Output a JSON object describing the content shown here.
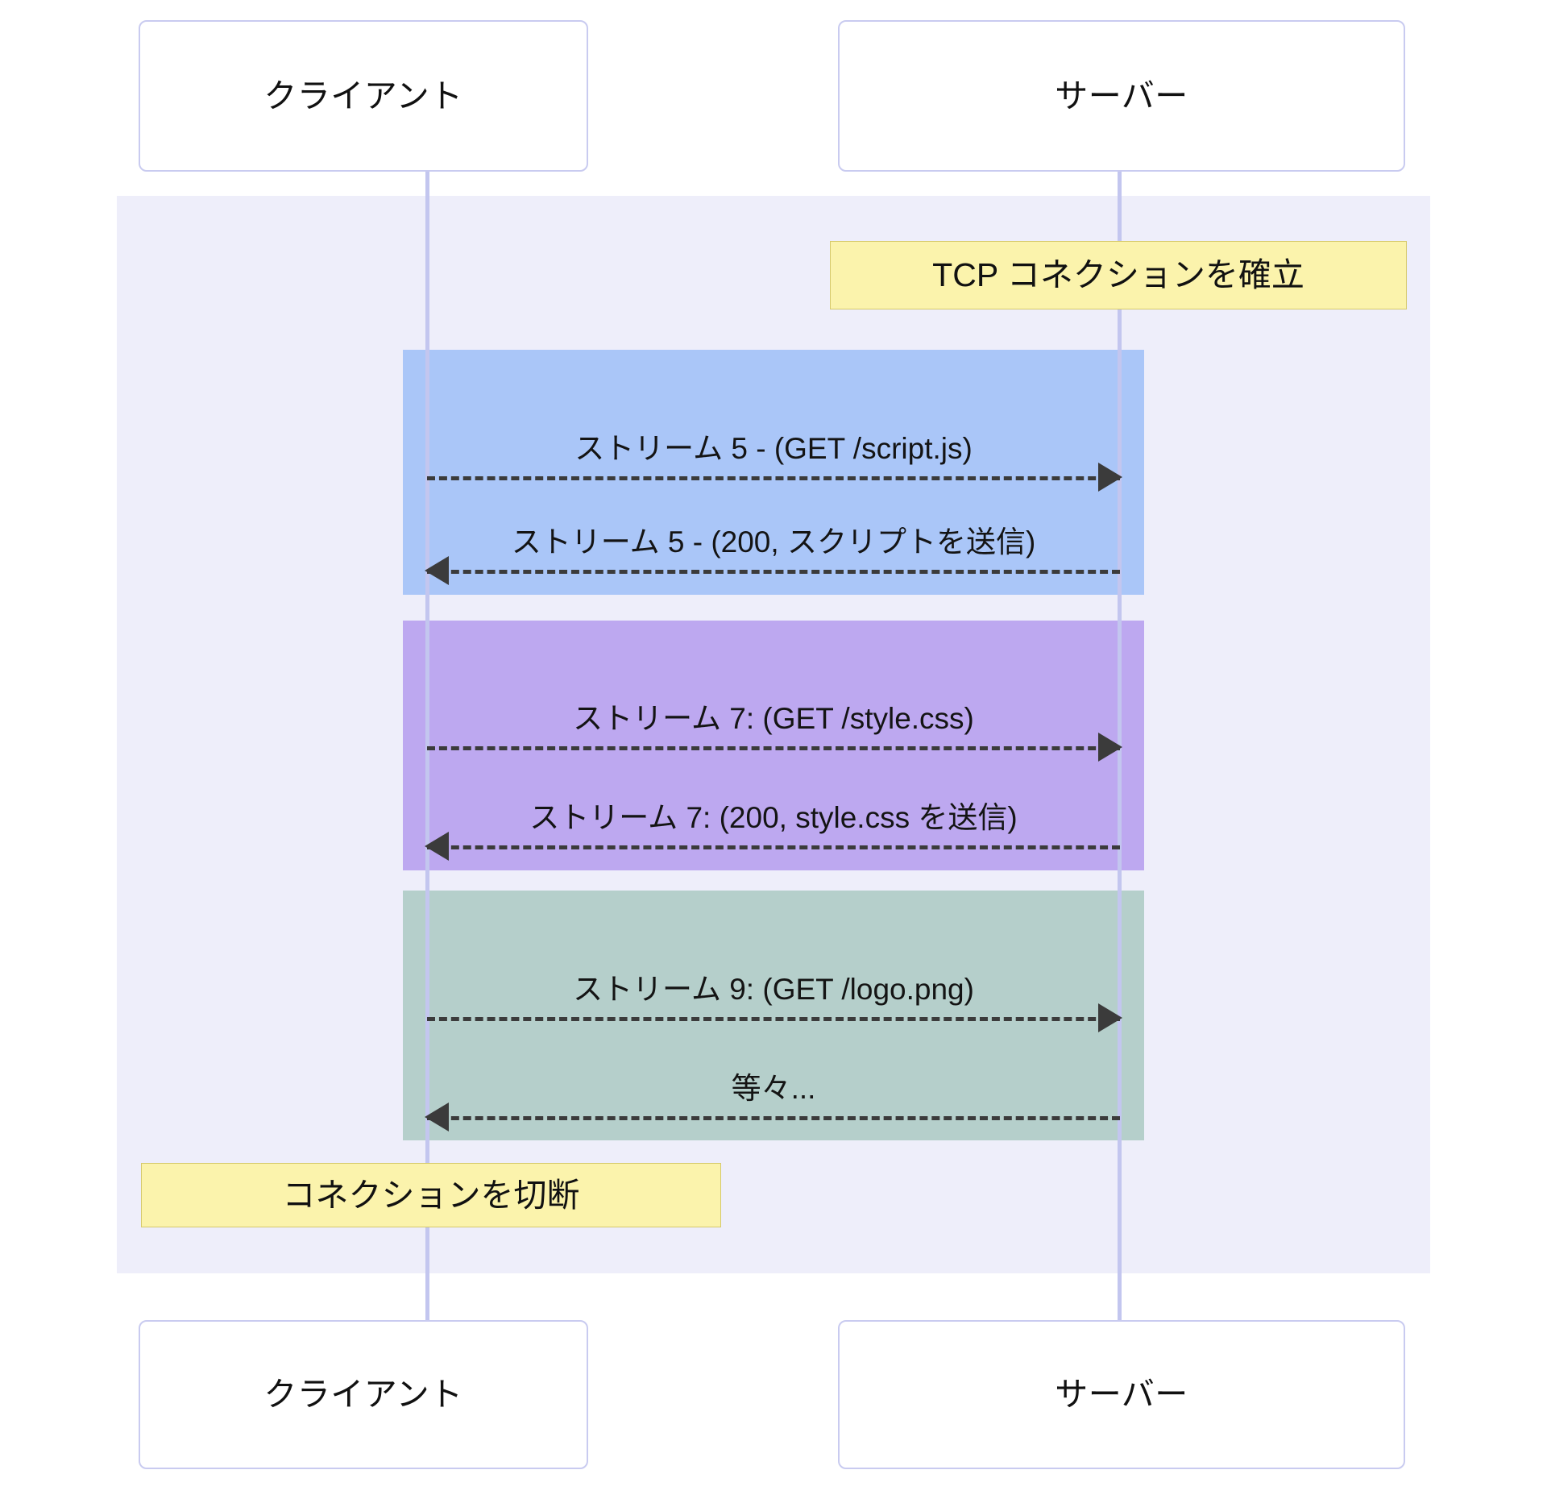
{
  "diagram": {
    "type": "sequence-diagram",
    "title": "HTTP/2 multiplexed streams over a single TCP connection",
    "colors": {
      "region_background": "#eeeefa",
      "lifeline": "#c3c6ef",
      "actor_border": "#c9cbf0",
      "note_fill": "#fbf3ac",
      "note_border": "#d6c96b",
      "arrow": "#3b3b3b",
      "block_blue": "#aac6f8",
      "block_purple": "#bda8f0",
      "block_teal": "#b5cfcb"
    }
  },
  "participants": {
    "top": [
      {
        "id": "client",
        "label": "クライアント"
      },
      {
        "id": "server",
        "label": "サーバー"
      }
    ],
    "bottom": [
      {
        "id": "client",
        "label": "クライアント"
      },
      {
        "id": "server",
        "label": "サーバー"
      }
    ]
  },
  "notes": [
    {
      "id": "note-tcp-connect",
      "text": "TCP コネクションを確立",
      "over": "server"
    },
    {
      "id": "note-disconnect",
      "text": "コネクションを切断",
      "over": "client"
    }
  ],
  "blocks": [
    {
      "id": "block-stream-5",
      "color": "#aac6f8",
      "messages": [
        {
          "id": "msg-stream5-request",
          "text": "ストリーム 5 - (GET /script.js)",
          "direction": "right",
          "style": "dashed"
        },
        {
          "id": "msg-stream5-response",
          "text": "ストリーム 5 - (200, スクリプトを送信)",
          "direction": "left",
          "style": "dashed"
        }
      ]
    },
    {
      "id": "block-stream-7",
      "color": "#bda8f0",
      "messages": [
        {
          "id": "msg-stream7-request",
          "text": "ストリーム 7: (GET /style.css)",
          "direction": "right",
          "style": "dashed"
        },
        {
          "id": "msg-stream7-response",
          "text": "ストリーム 7: (200, style.css を送信)",
          "direction": "left",
          "style": "dashed"
        }
      ]
    },
    {
      "id": "block-stream-9",
      "color": "#b5cfcb",
      "messages": [
        {
          "id": "msg-stream9-request",
          "text": "ストリーム 9: (GET /logo.png)",
          "direction": "right",
          "style": "dashed"
        },
        {
          "id": "msg-stream9-response",
          "text": "等々...",
          "direction": "left",
          "style": "dashed"
        }
      ]
    }
  ]
}
